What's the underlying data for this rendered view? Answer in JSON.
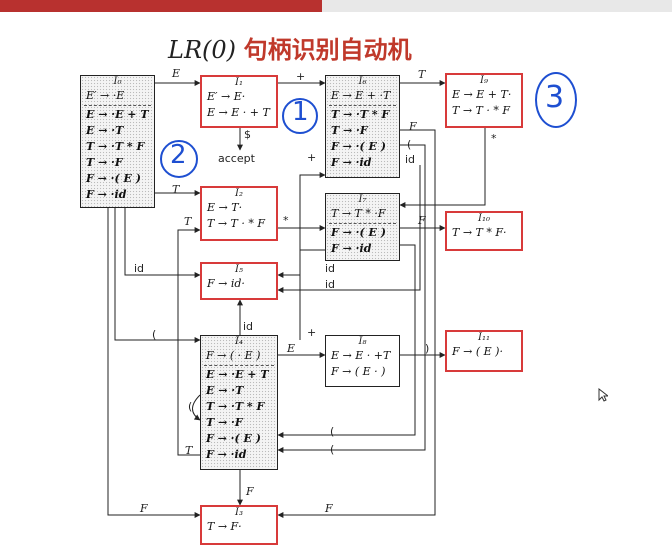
{
  "title": {
    "lr": "LR(0)",
    "cn": "句柄识别自动机"
  },
  "states": [
    {
      "id": "I0",
      "label": "I₀",
      "kernel": [
        "E′ → ·E"
      ],
      "closure": [
        "E → ·E + T",
        "E → ·T",
        "T → ·T * F",
        "T → ·F",
        "F → ·( E )",
        "F → ·id"
      ]
    },
    {
      "id": "I1",
      "label": "I₁",
      "kernel": [
        "E′ → E·",
        "E → E · + T"
      ],
      "closure": []
    },
    {
      "id": "I2",
      "label": "I₂",
      "kernel": [
        "E → T·",
        "T → T · * F"
      ],
      "closure": []
    },
    {
      "id": "I3",
      "label": "I₃",
      "kernel": [
        "T → F·"
      ],
      "closure": []
    },
    {
      "id": "I4",
      "label": "I₄",
      "kernel": [
        "F → ( · E )"
      ],
      "closure": [
        "E → ·E + T",
        "E → ·T",
        "T → ·T * F",
        "T → ·F",
        "F → ·( E )",
        "F → ·id"
      ]
    },
    {
      "id": "I5",
      "label": "I₅",
      "kernel": [
        "F → id·"
      ],
      "closure": []
    },
    {
      "id": "I6",
      "label": "I₆",
      "kernel": [
        "E → E + ·T"
      ],
      "closure": [
        "T → ·T * F",
        "T → ·F",
        "F → ·( E )",
        "F → ·id"
      ]
    },
    {
      "id": "I7",
      "label": "I₇",
      "kernel": [
        "T → T * ·F"
      ],
      "closure": [
        "F → ·( E )",
        "F → ·id"
      ]
    },
    {
      "id": "I8",
      "label": "I₈",
      "kernel": [
        "E → E · +T",
        "F → ( E · )"
      ],
      "closure": []
    },
    {
      "id": "I9",
      "label": "I₉",
      "kernel": [
        "E → E + T·",
        "T → T · * F"
      ],
      "closure": []
    },
    {
      "id": "I10",
      "label": "I₁₀",
      "kernel": [
        "T → T * F·"
      ],
      "closure": []
    },
    {
      "id": "I11",
      "label": "I₁₁",
      "kernel": [
        "F → ( E )·"
      ],
      "closure": []
    }
  ],
  "transitions": {
    "I0_E": "E",
    "I1_plus": "+",
    "I1_dollar": "$",
    "accept": "accept",
    "I6_T": "T",
    "I9_star": "*",
    "I6_F": "F",
    "I6_paren": "(",
    "I6_id": "id",
    "I8_plus": "+",
    "I0_T": "T",
    "I4_T_to_I2": "T",
    "I2_star": "*",
    "I7_F": "F",
    "I0_id": "id",
    "I7_id": "id",
    "I7_id2": "id",
    "I4_id": "id",
    "I0_paren": "(",
    "I4_E": "E",
    "I8_paren_close": ")",
    "I7_paren": "(",
    "I6_paren2": "(",
    "I4_T": "T",
    "I4_loop": "(",
    "I4_F": "F",
    "I0_F": "F",
    "I6_F2": "F"
  },
  "annotations": [
    "1",
    "2",
    "3"
  ],
  "colors": {
    "highlight": "#d83a3a",
    "ink": "#1e4fd1",
    "title": "#c0392b"
  }
}
